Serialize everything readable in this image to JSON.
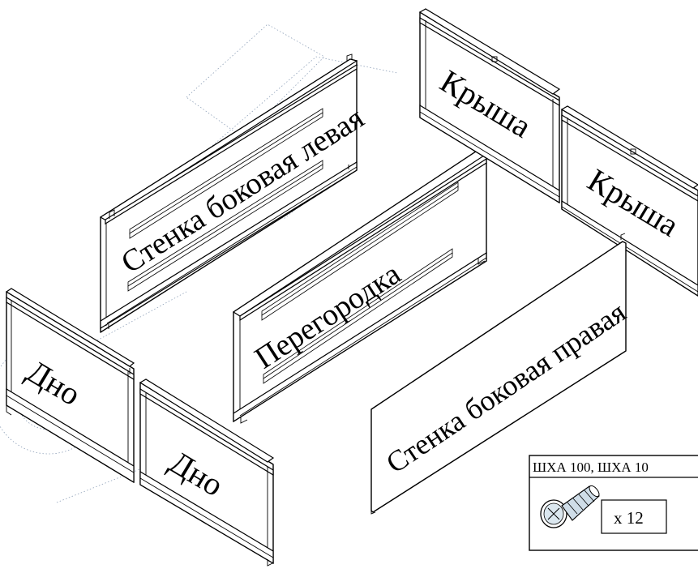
{
  "watermark": {
    "name": "circular logo watermark",
    "color": "#8ea0b8"
  },
  "panels": {
    "stenka_levaya": {
      "label": "Стенка боковая левая"
    },
    "peregorodka": {
      "label": "Перегородка"
    },
    "stenka_pravaya": {
      "label": "Стенка боковая правая"
    },
    "krysha_1": {
      "label": "Крыша"
    },
    "krysha_2": {
      "label": "Крыша"
    },
    "dno_1": {
      "label": "Дно"
    },
    "dno_2": {
      "label": "Дно"
    }
  },
  "fastener_box": {
    "title": "ШХА 100, ШХА 10",
    "quantity": "x 12",
    "icon": "screw-icon"
  }
}
